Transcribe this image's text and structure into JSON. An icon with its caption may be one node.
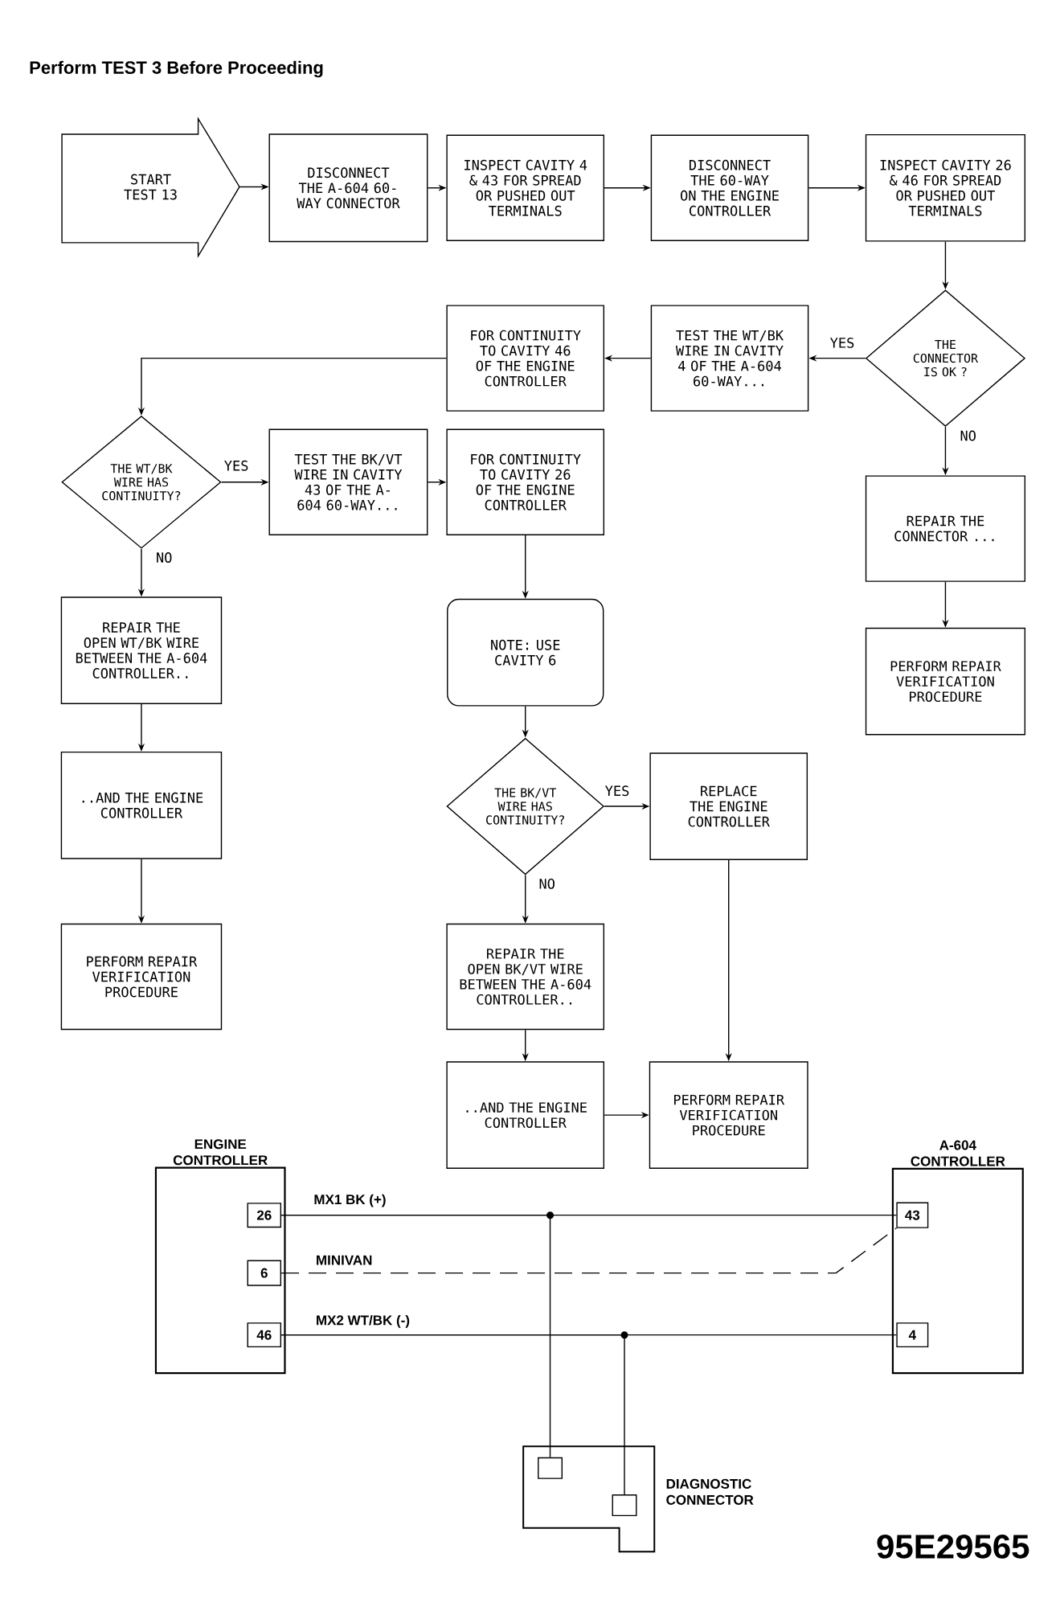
{
  "diagram": {
    "title": "Perform TEST 3 Before Proceeding",
    "nodes": [
      {
        "text": [
          "START TEST 13"
        ]
      },
      {
        "text": [
          "DISCONNECT THE A-604 60-WAY CONNECTOR"
        ]
      },
      {
        "text": [
          "INSPECT CAVITY 4 & 43 FOR SPREAD OR PUSHED OUT TERMINALS"
        ]
      },
      {
        "text": [
          "DISCONNECT THE 60-WAY ON THE ENGINE CONTROLLER"
        ]
      },
      {
        "text": [
          "INSPECT CAVITY 26 & 46 FOR SPREAD OR PUSHED OUT TERMINALS"
        ]
      },
      {
        "text": [
          "THE CONNECTOR IS OK ?"
        ]
      },
      {
        "text": [
          "TEST THE WT/BK WIRE IN CAVITY 4 OF THE A-604 60-WAY..."
        ]
      },
      {
        "text": [
          "FOR CONTINUITY TO CAVITY 46 OF THE ENGINE CONTROLLER"
        ]
      },
      {
        "text": [
          "REPAIR THE CONNECTOR ..."
        ]
      },
      {
        "text": [
          "PERFORM REPAIR VERIFICATION PROCEDURE"
        ]
      },
      {
        "text": [
          "THE WT/BK WIRE HAS CONTINUITY?"
        ]
      },
      {
        "text": [
          "TEST THE BK/VT WIRE IN CAVITY 43 OF THE A-604 60-WAY..."
        ]
      },
      {
        "text": [
          "FOR CONTINUITY TO CAVITY 26 OF THE ENGINE CONTROLLER"
        ]
      },
      {
        "text": [
          "REPAIR THE OPEN WT/BK WIRE BETWEEN THE A-604 CONTROLLER.."
        ]
      },
      {
        "text": [
          "..AND THE ENGINE CONTROLLER"
        ]
      },
      {
        "text": [
          "PERFORM REPAIR VERIFICATION PROCEDURE"
        ]
      },
      {
        "text": [
          "NOTE: USE CAVITY 6"
        ]
      },
      {
        "text": [
          "THE BK/VT WIRE HAS CONTINUITY?"
        ]
      },
      {
        "text": [
          "REPLACE THE ENGINE CONTROLLER"
        ]
      },
      {
        "text": [
          "REPAIR THE OPEN BK/VT WIRE BETWEEN THE A-604 CONTROLLER.."
        ]
      },
      {
        "text": [
          "..AND THE ENGINE CONTROLLER"
        ]
      },
      {
        "text": [
          "PERFORM REPAIR VERIFICATION PROCEDURE"
        ]
      },
      {
        "text": [
          "ENGINE CONTROLLER"
        ]
      },
      {
        "text": [
          "26"
        ],
        "in": 22
      },
      {
        "text": [
          "6"
        ],
        "in": 22
      },
      {
        "text": [
          "46"
        ],
        "in": 22
      },
      {
        "text": [
          "A-604 CONTROLLER"
        ]
      },
      {
        "text": [
          "43"
        ],
        "in": 26
      },
      {
        "text": [
          "4"
        ],
        "in": 26
      },
      {
        "text": [],
        "shape": "box",
        "beside": [
          "DIAGNOSTIC CONNECTOR"
        ]
      },
      {
        "text": [],
        "shape": "box",
        "in": 29
      },
      {
        "text": [],
        "shape": "box",
        "in": 29
      }
    ],
    "edges": [
      {
        "from": 0,
        "to": 1,
        "arrow": "to"
      },
      {
        "from": 1,
        "to": 2,
        "arrow": "to"
      },
      {
        "from": 2,
        "to": 3,
        "arrow": "to"
      },
      {
        "from": 3,
        "to": 4,
        "arrow": "to"
      },
      {
        "from": 4,
        "to": 5,
        "arrow": "to"
      },
      {
        "from": 5,
        "to": 6,
        "arrow": "to",
        "label": "YES"
      },
      {
        "from": 5,
        "to": 8,
        "arrow": "to",
        "label": "NO"
      },
      {
        "from": 6,
        "to": 7,
        "arrow": "to"
      },
      {
        "from": 7,
        "to": 10,
        "arrow": "to"
      },
      {
        "from": 8,
        "to": 9,
        "arrow": "to"
      },
      {
        "from": 10,
        "to": 11,
        "arrow": "to",
        "label": "YES"
      },
      {
        "from": 10,
        "to": 13,
        "arrow": "to",
        "label": "NO"
      },
      {
        "from": 11,
        "to": 12,
        "arrow": "to"
      },
      {
        "from": 12,
        "to": 16,
        "arrow": "to"
      },
      {
        "from": 13,
        "to": 14,
        "arrow": "to"
      },
      {
        "from": 14,
        "to": 15,
        "arrow": "to"
      },
      {
        "from": 16,
        "to": 17,
        "arrow": "to"
      },
      {
        "from": 17,
        "to": 18,
        "arrow": "to",
        "label": "YES"
      },
      {
        "from": 17,
        "to": 19,
        "arrow": "to",
        "label": "NO"
      },
      {
        "from": 18,
        "to": 21,
        "arrow": "to"
      },
      {
        "from": 19,
        "to": 20,
        "arrow": "to"
      },
      {
        "from": 20,
        "to": 21,
        "arrow": "to"
      },
      {
        "from": 23,
        "to": 27,
        "arrow": "none",
        "label": "MX1 BK (+)"
      },
      {
        "from": 24,
        "to": 27,
        "arrow": "none",
        "label": "MINIVAN",
        "style": "dashed"
      },
      {
        "from": 25,
        "to": 28,
        "arrow": "none",
        "label": "MX2 WT/BK (-)"
      },
      {
        "from": 23,
        "to": 30,
        "arrow": "none"
      },
      {
        "from": 25,
        "to": 31,
        "arrow": "none"
      }
    ],
    "labels": [
      "95E29565"
    ]
  }
}
